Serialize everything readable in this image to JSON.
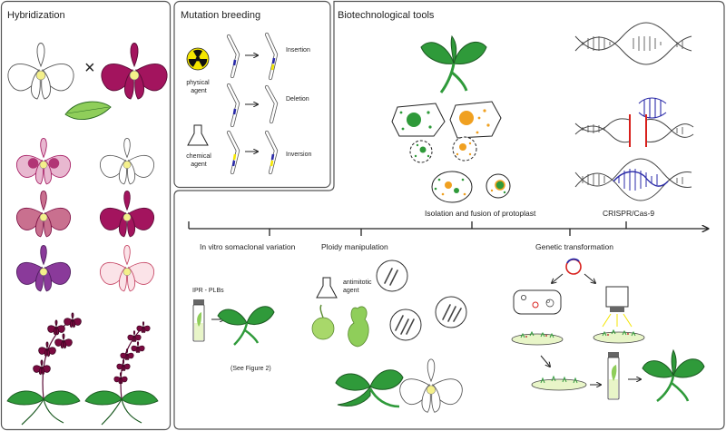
{
  "panels": {
    "hybridization": "Hybridization",
    "mutation": "Mutation breeding",
    "biotech": "Biotechnological tools"
  },
  "mutation": {
    "physical_agent": "physical\nagent",
    "chemical_agent": "chemical\nagent",
    "insertion": "Insertion",
    "deletion": "Deletion",
    "inversion": "Inversion"
  },
  "biotech": {
    "protoplast": "Isolation and fusion of protoplast",
    "crispr": "CRISPR/Cas-9",
    "somaclonal": "In vitro somaclonal variation",
    "ploidy": "Ploidy manipulation",
    "transformation": "Genetic transformation",
    "ipr": "IPR - PLBs",
    "see_fig": "(See Figure 2)",
    "antimitotic": "antimitotic\nagent"
  },
  "symbols": {
    "cross": "×",
    "arrow": "→"
  },
  "colors": {
    "magenta": "#a3145e",
    "leaf": "#2f9a3a",
    "leaf_light": "#8fce5a",
    "yellow": "#f4f08a",
    "dna_blue": "#2a2aa8",
    "cut_red": "#d8201c",
    "orange": "#f0a020",
    "purple": "#8a3a9a"
  }
}
